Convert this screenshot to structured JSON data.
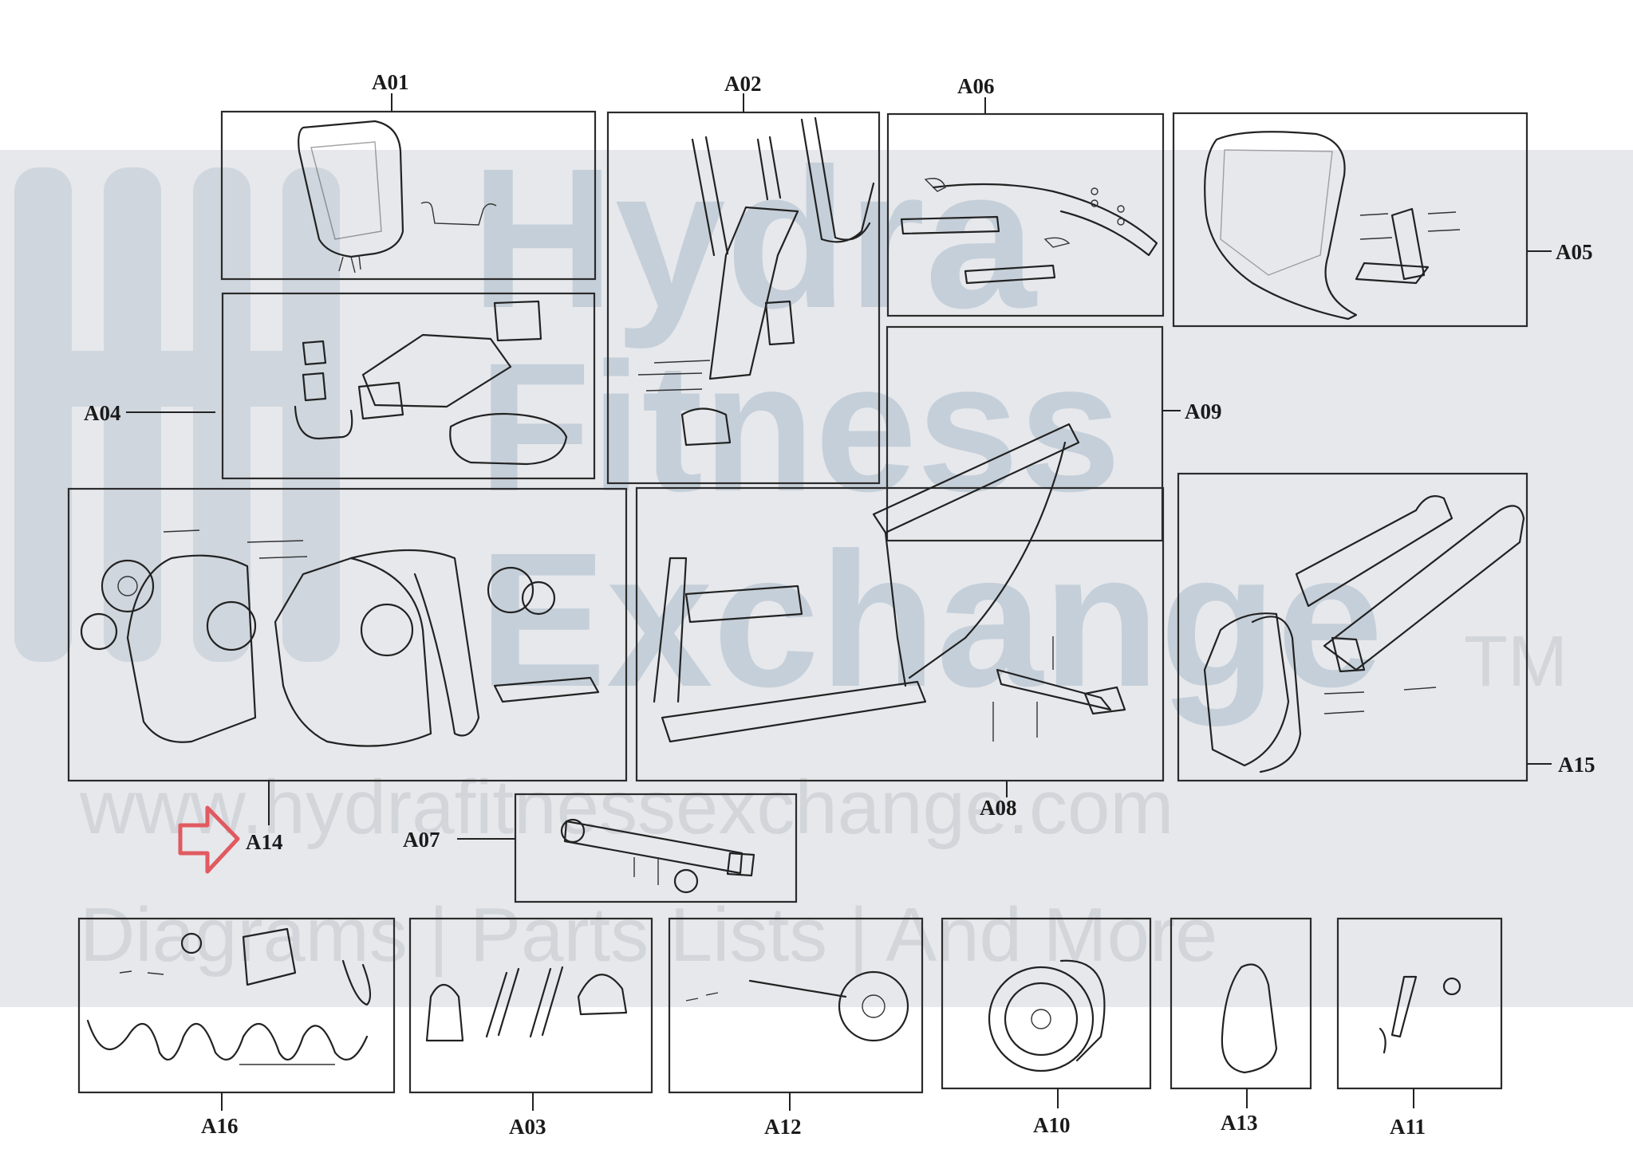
{
  "watermark": {
    "brand_line1": "Hydra",
    "brand_line2": "Fitness",
    "brand_line3": "Exchange",
    "trademark": "TM",
    "url": "www.hydrafitnessexchange.com",
    "tagline": "Diagrams | Parts Lists | And More",
    "band_color": "#e6e8ec"
  },
  "callouts": {
    "a01": "A01",
    "a02": "A02",
    "a03": "A03",
    "a04": "A04",
    "a05": "A05",
    "a06": "A06",
    "a07": "A07",
    "a08": "A08",
    "a09": "A09",
    "a10": "A10",
    "a11": "A11",
    "a12": "A12",
    "a13": "A13",
    "a14": "A14",
    "a15": "A15",
    "a16": "A16"
  },
  "highlight": {
    "target": "A14",
    "color": "#e05a60",
    "icon": "arrow-right-outline-icon"
  }
}
